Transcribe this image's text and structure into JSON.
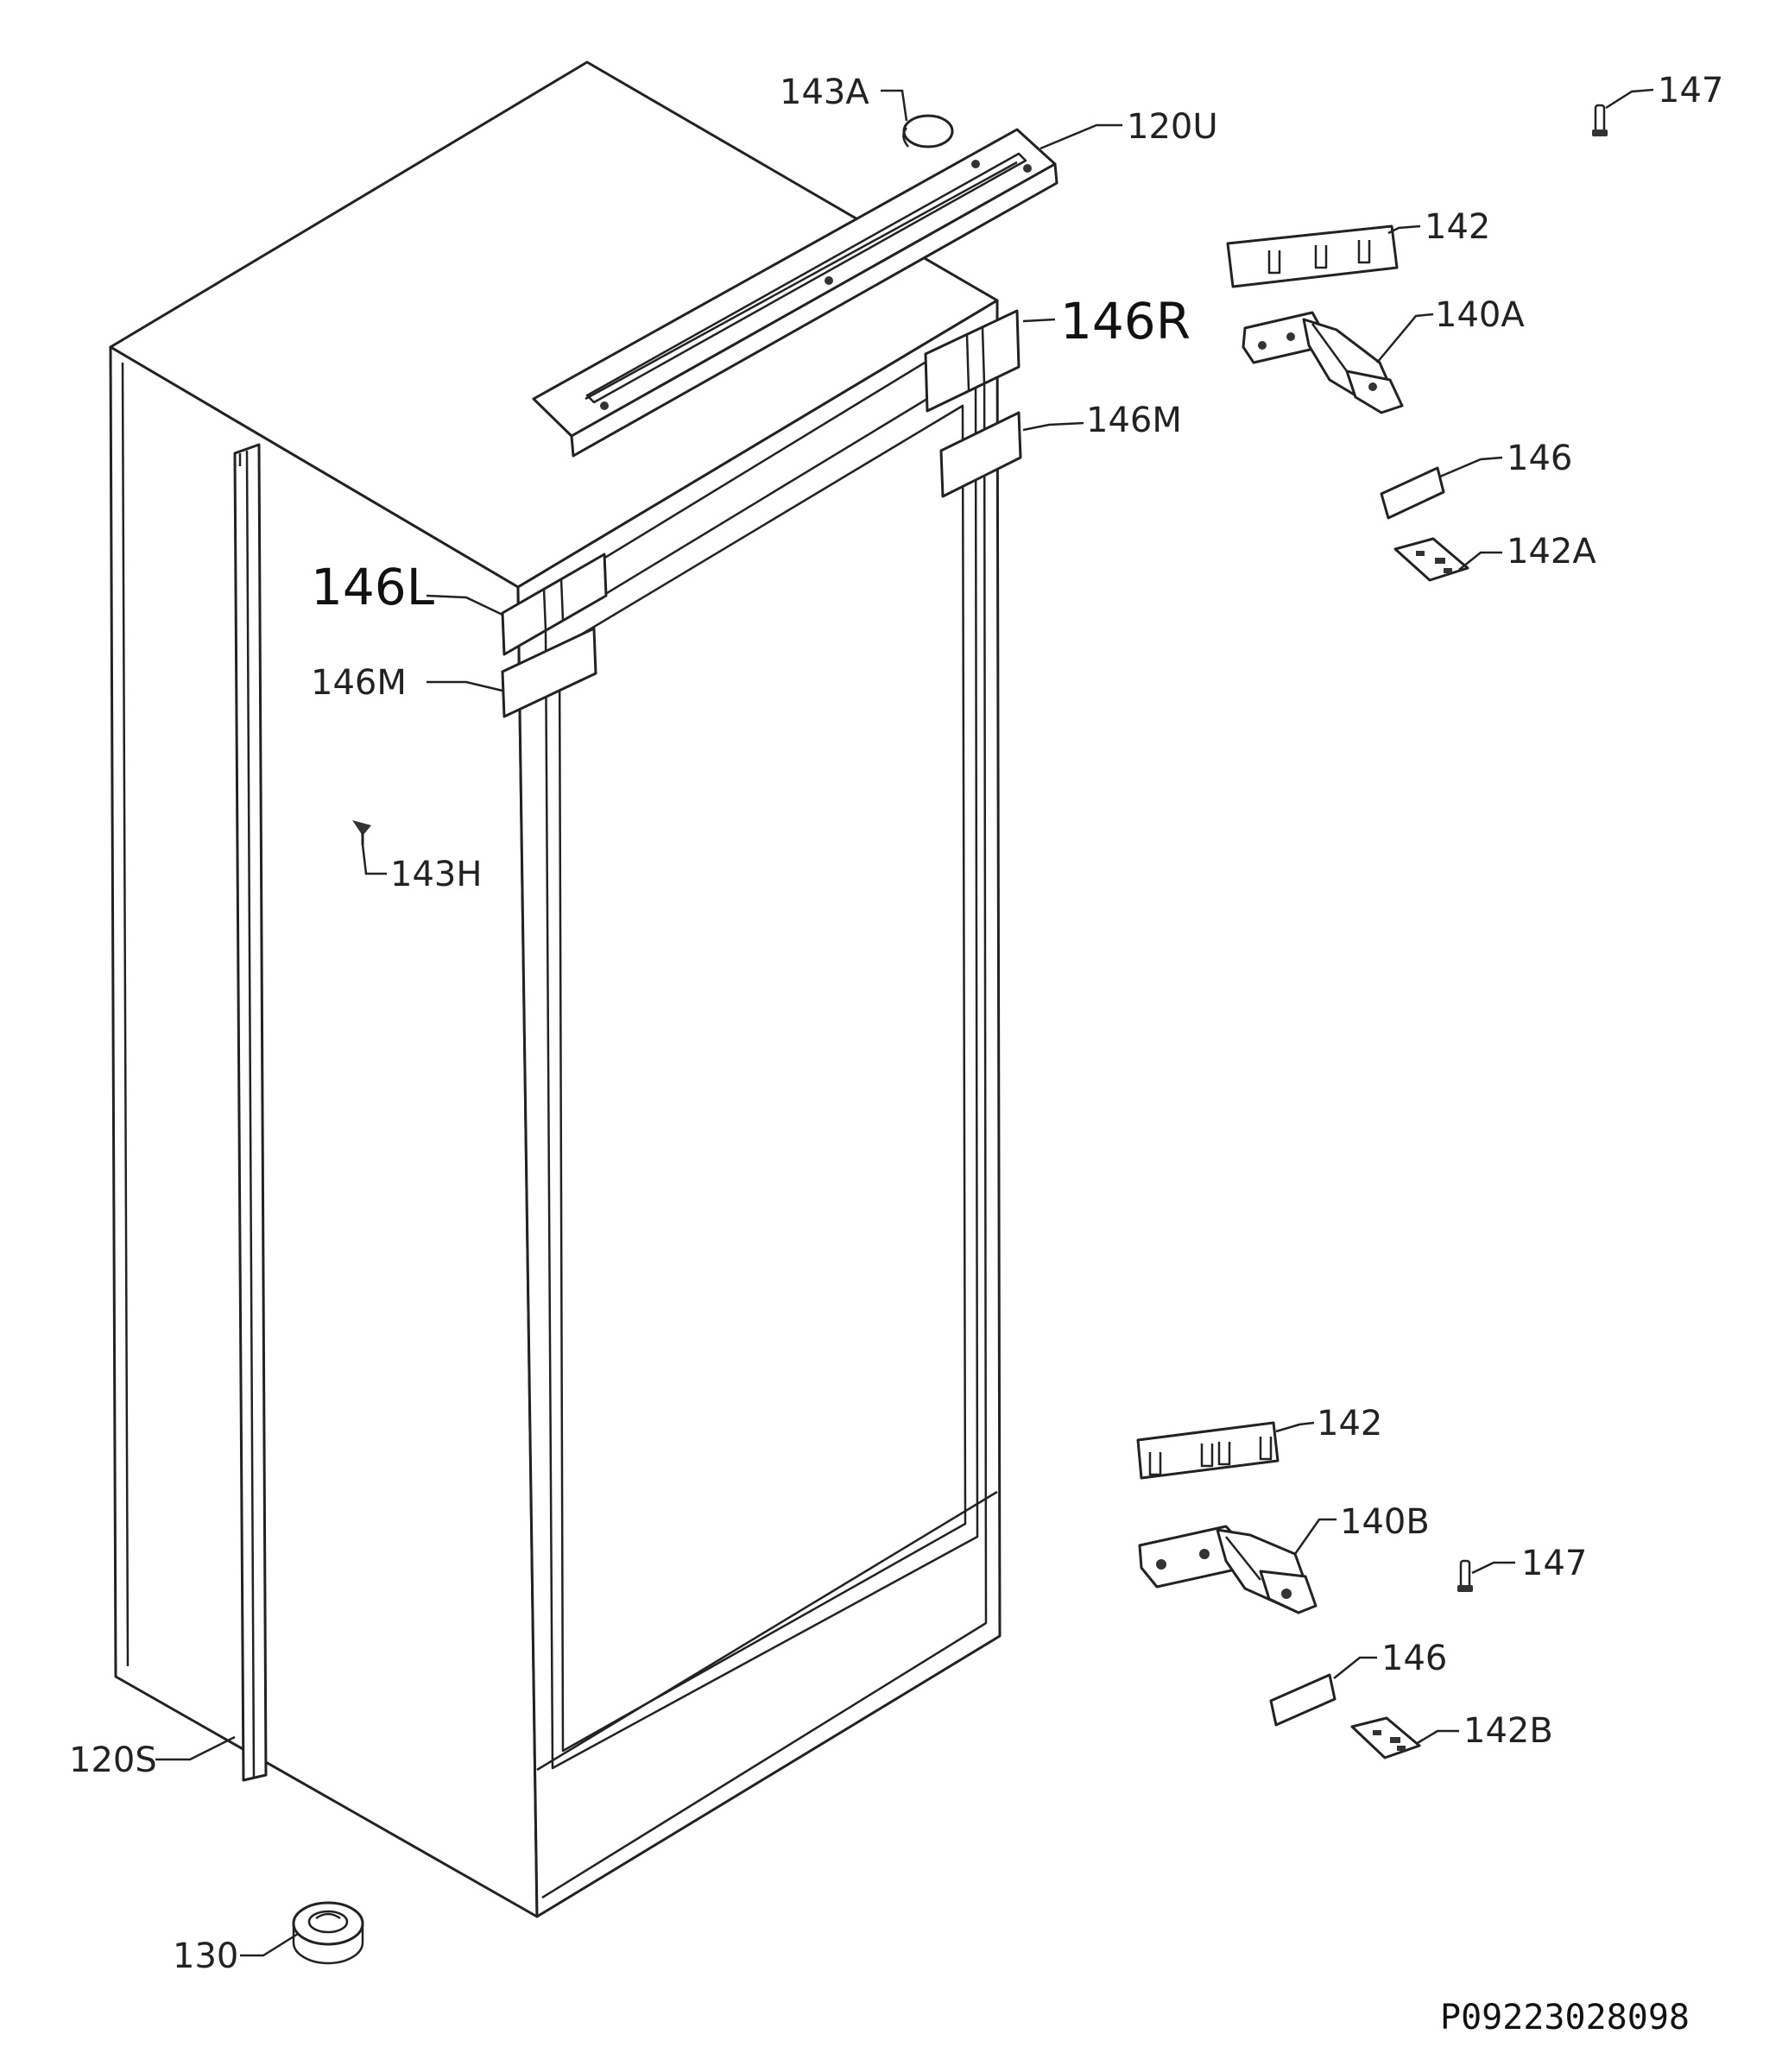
{
  "labels": {
    "l143A": "143A",
    "l120U": "120U",
    "l147top": "147",
    "l142top": "142",
    "l146R": "146R",
    "l140A": "140A",
    "l146Mright": "146M",
    "l146top": "146",
    "l142A": "142A",
    "l146L": "146L",
    "l146Mleft": "146M",
    "l143H": "143H",
    "l142bottom": "142",
    "l140B": "140B",
    "l147bottom": "147",
    "l146bottom": "146",
    "l142B": "142B",
    "l120S": "120S",
    "l130": "130"
  },
  "drawing_code": "P09223028098"
}
